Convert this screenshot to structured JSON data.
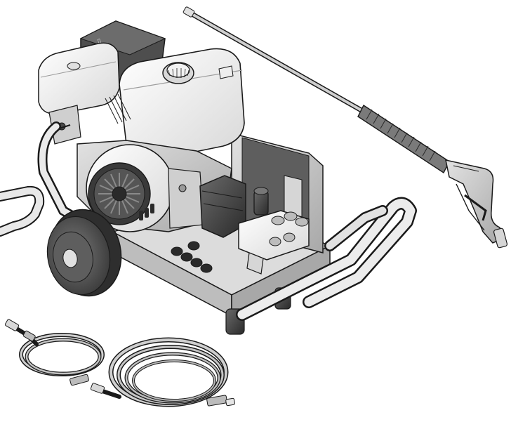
{
  "illustration": {
    "subject": "pressure-washer-kit",
    "components": [
      "gas-engine",
      "pump",
      "frame",
      "wheel",
      "handle",
      "spray-wand",
      "spray-gun",
      "nozzles",
      "high-pressure-hose",
      "inlet-hose"
    ],
    "colors": {
      "background": "#ffffff",
      "outline": "#1a1a1a",
      "body_light": "#eeeeee",
      "body_mid": "#c8c8c8",
      "body_dark": "#5a5a5a",
      "rubber": "#3a3a3a"
    }
  }
}
